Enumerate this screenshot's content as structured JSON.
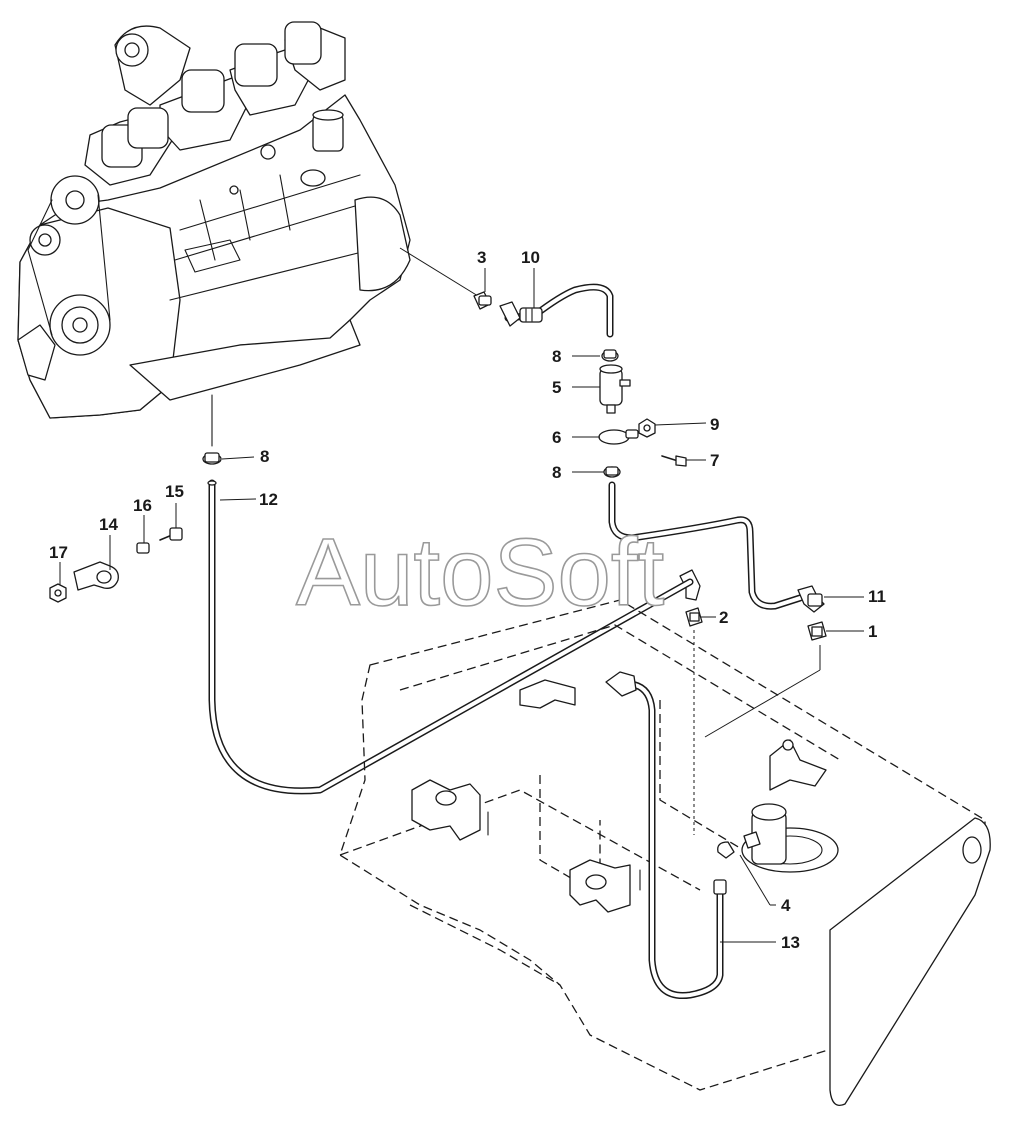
{
  "watermark": "AutoSoft",
  "callouts": {
    "c1": "1",
    "c2": "2",
    "c3": "3",
    "c4": "4",
    "c5": "5",
    "c6": "6",
    "c7": "7",
    "c8a": "8",
    "c8b": "8",
    "c8c": "8",
    "c9": "9",
    "c10": "10",
    "c11": "11",
    "c12": "12",
    "c13": "13",
    "c14": "14",
    "c15": "15",
    "c16": "16",
    "c17": "17"
  }
}
